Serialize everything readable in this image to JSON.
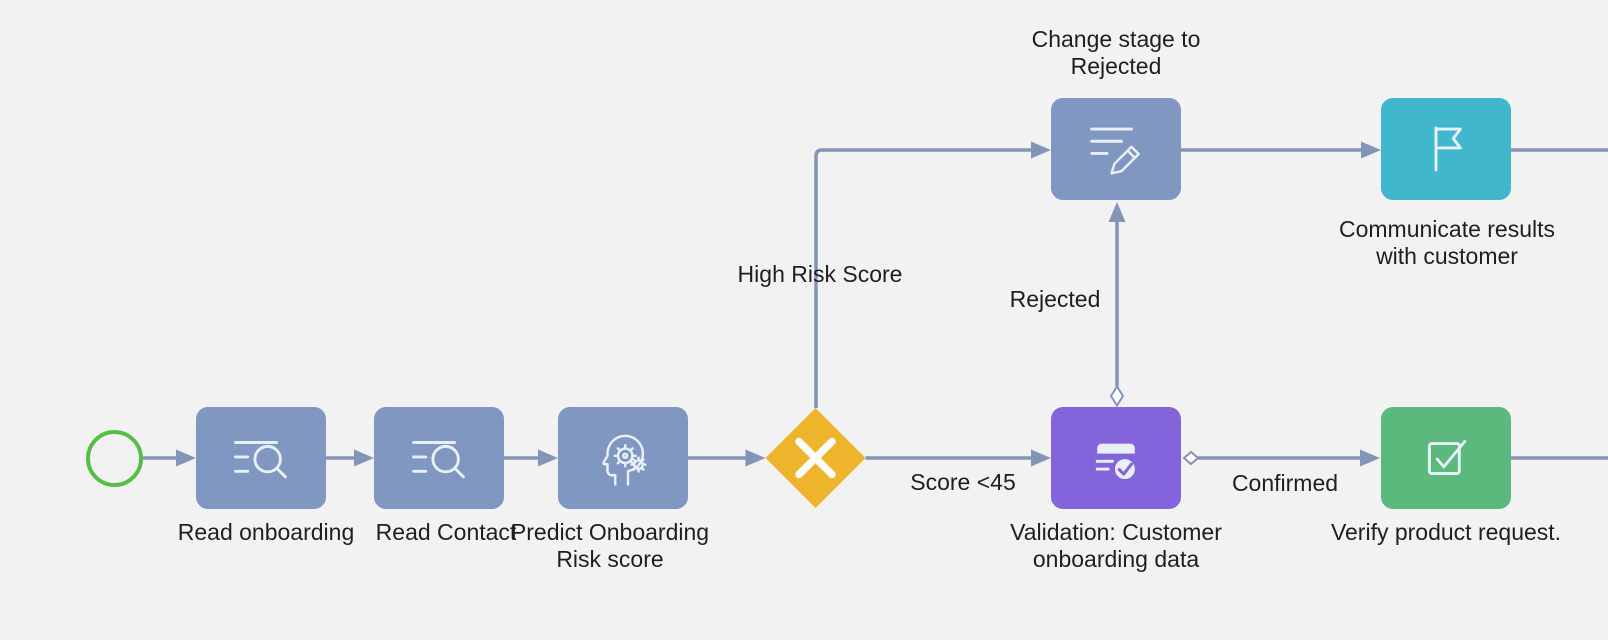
{
  "colors": {
    "background": "#f2f2f3",
    "node_blue": "#8097c2",
    "gateway_yellow": "#edb42c",
    "teal": "#40b7cc",
    "purple": "#8464da",
    "green": "#5cb97d",
    "edge": "#8295b7",
    "start_green": "#55be49",
    "ink": "#1f1f1f",
    "icon_stroke": "#e9eff7"
  },
  "nodes": {
    "start_event": {
      "type": "start"
    },
    "read_onboarding": {
      "label": "Read onboarding",
      "icon": "search-list-icon"
    },
    "read_contact": {
      "label": "Read Contact",
      "icon": "search-list-icon"
    },
    "predict_risk": {
      "label_line1": "Predict Onboarding",
      "label_line2": "Risk score",
      "icon": "brain-gears-icon"
    },
    "gateway": {
      "icon": "x-cross-icon"
    },
    "change_stage": {
      "label_line1": "Change stage to",
      "label_line2": "Rejected",
      "icon": "edit-record-icon"
    },
    "communicate_results": {
      "label_line1": "Communicate results",
      "label_line2": "with customer",
      "icon": "flag-icon"
    },
    "validation": {
      "label_line1": "Validation: Customer",
      "label_line2": "onboarding data",
      "icon": "form-check-icon"
    },
    "verify_request": {
      "label": "Verify product request.",
      "icon": "square-check-icon"
    }
  },
  "edges": {
    "high_risk_score": {
      "label": "High Risk Score"
    },
    "rejected": {
      "label": "Rejected"
    },
    "score_lt_45": {
      "label": "Score <45"
    },
    "confirmed": {
      "label": "Confirmed"
    }
  }
}
